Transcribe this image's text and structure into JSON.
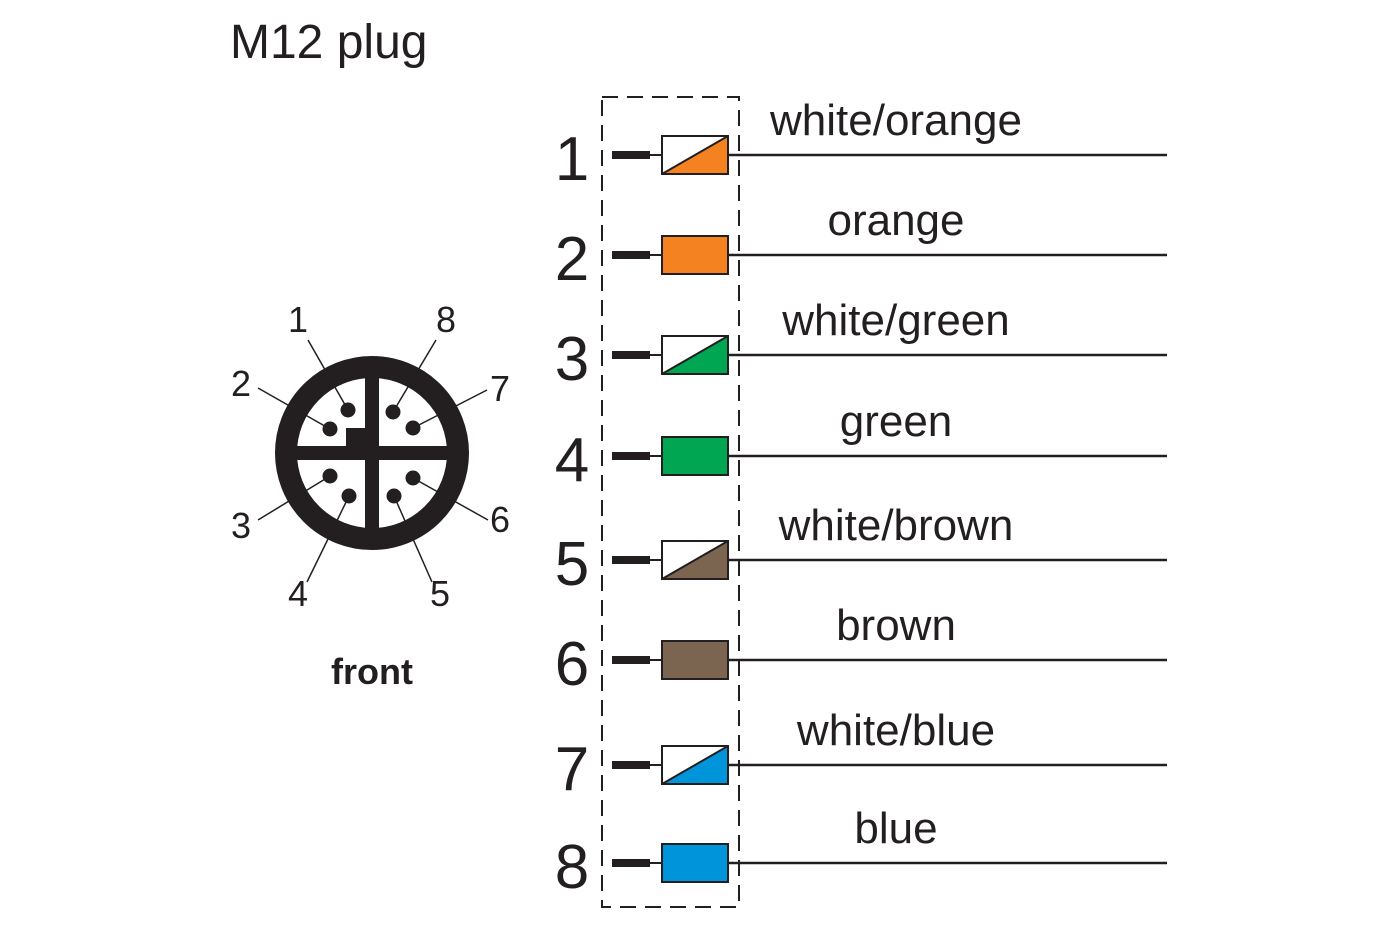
{
  "title": "M12 plug",
  "connector": {
    "caption": "front",
    "pin_labels": [
      "1",
      "2",
      "3",
      "4",
      "5",
      "6",
      "7",
      "8"
    ]
  },
  "wires": [
    {
      "pin": "1",
      "label": "white/orange",
      "color": "#f58220",
      "striped": true
    },
    {
      "pin": "2",
      "label": "orange",
      "color": "#f58220",
      "striped": false
    },
    {
      "pin": "3",
      "label": "white/green",
      "color": "#00a651",
      "striped": true
    },
    {
      "pin": "4",
      "label": "green",
      "color": "#00a651",
      "striped": false
    },
    {
      "pin": "5",
      "label": "white/brown",
      "color": "#7b6450",
      "striped": true
    },
    {
      "pin": "6",
      "label": "brown",
      "color": "#7b6450",
      "striped": false
    },
    {
      "pin": "7",
      "label": "white/blue",
      "color": "#0095da",
      "striped": true
    },
    {
      "pin": "8",
      "label": "blue",
      "color": "#0095da",
      "striped": false
    }
  ]
}
